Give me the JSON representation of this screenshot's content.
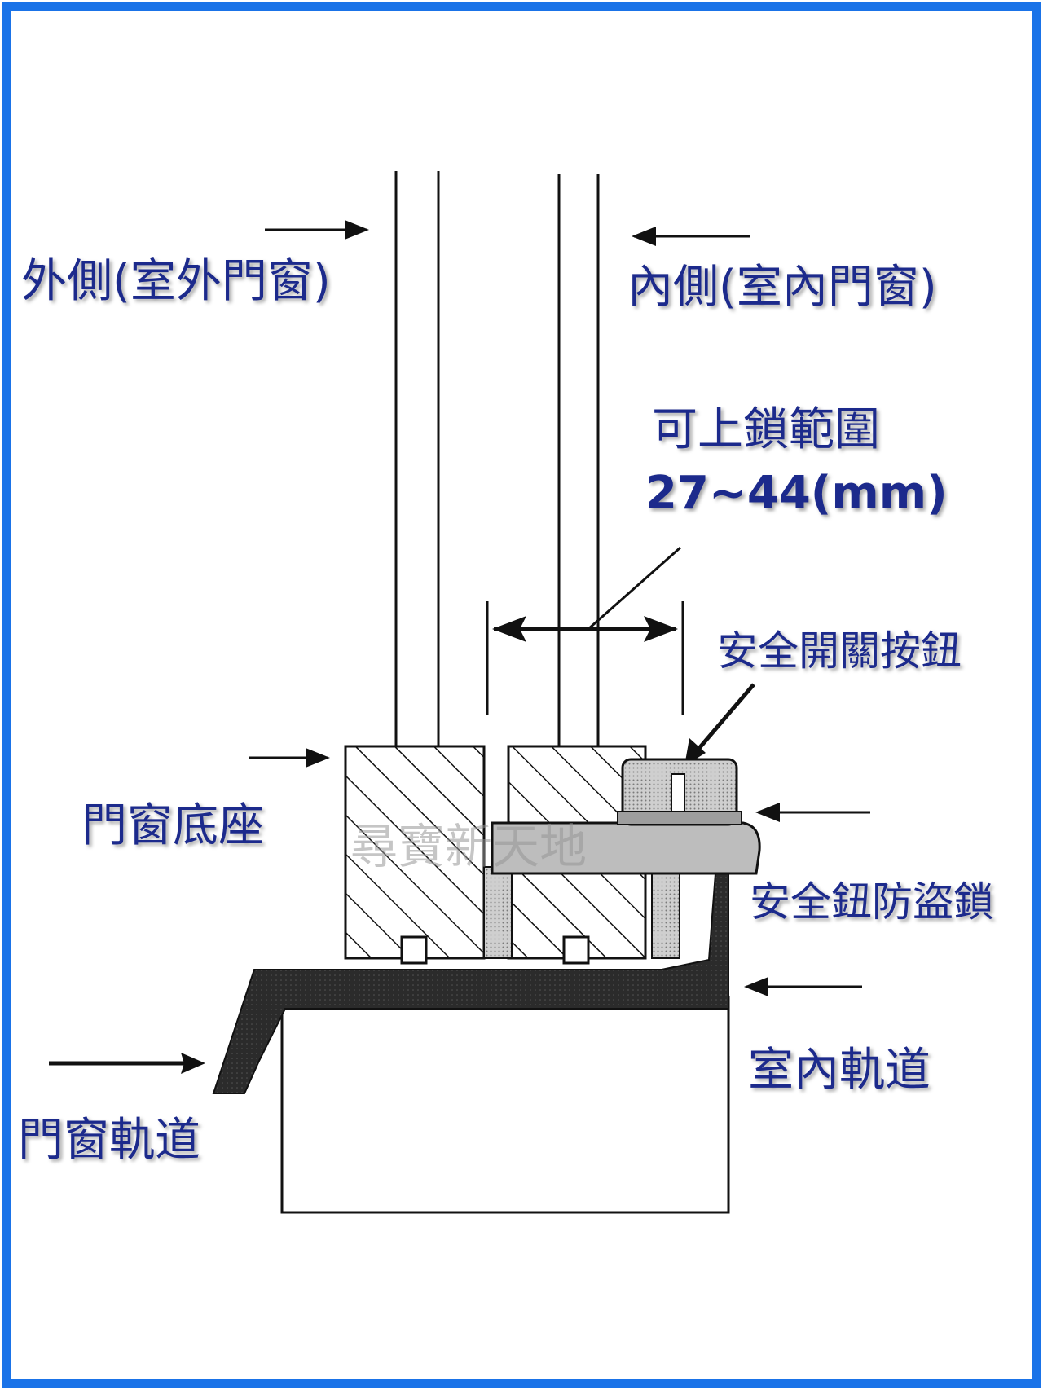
{
  "labels": {
    "outer_side": "外側(室外門窗)",
    "inner_side": "內側(室內門窗)",
    "lock_range_title": "可上鎖範圍",
    "lock_range_value": "27~44(mm)",
    "safety_button": "安全開關按鈕",
    "window_base": "門窗底座",
    "anti_theft_lock": "安全鈕防盜鎖",
    "indoor_track": "室內軌道",
    "window_track": "門窗軌道"
  },
  "watermark": "尋寶新天地",
  "colors": {
    "border": "#1a73e8",
    "label_text": "#1c2a8c",
    "line": "#111111",
    "track_fill": "#2b2b2b",
    "lock_fill": "#bdbdbd"
  }
}
